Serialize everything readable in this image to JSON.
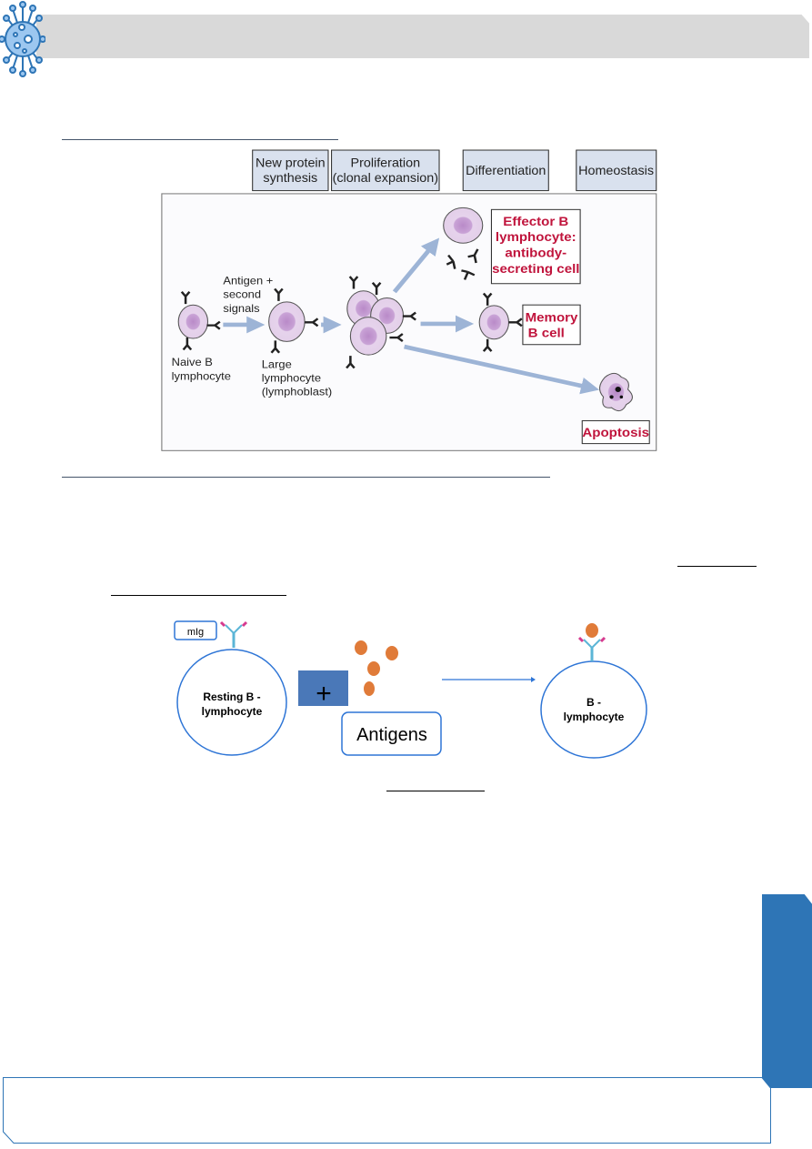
{
  "header": {
    "icon": "virus-icon"
  },
  "figure1": {
    "stages": {
      "new_protein_line1": "New protein",
      "new_protein_line2": "synthesis",
      "proliferation_line1": "Proliferation",
      "proliferation_line2": "(clonal expansion)",
      "differentiation": "Differentiation",
      "homeostasis": "Homeostasis"
    },
    "labels": {
      "naive_line1": "Naive B",
      "naive_line2": "lymphocyte",
      "signal_line1": "Antigen +",
      "signal_line2": "second",
      "signal_line3": "signals",
      "large_line1": "Large",
      "large_line2": "lymphocyte",
      "large_line3": "(lymphoblast)",
      "effector_line1": "Effector B",
      "effector_line2": "lymphocyte:",
      "effector_line3": "antibody-",
      "effector_line4": "secreting cell",
      "memory_line1": "Memory",
      "memory_line2": "B cell",
      "apoptosis": "Apoptosis"
    },
    "colors": {
      "stage_box": "#d9e1ee",
      "cell": "#d8bfe0",
      "arrow": "#9db4d6",
      "outcome_text": "#c0143c"
    }
  },
  "figure2": {
    "mig_label": "mIg",
    "resting_line1": "Resting B -",
    "resting_line2": "lymphocyte",
    "plus": "+",
    "antigens": "Antigens",
    "b_line1": "B -",
    "b_line2": "lymphocyte",
    "colors": {
      "outline": "#2e75d6",
      "plus_box": "#4a78b8",
      "antigen": "#e07b39",
      "antibody_stem": "#5bb5d6",
      "antibody_arm": "#d63b8f"
    }
  },
  "side_tab_color": "#2e75b6"
}
